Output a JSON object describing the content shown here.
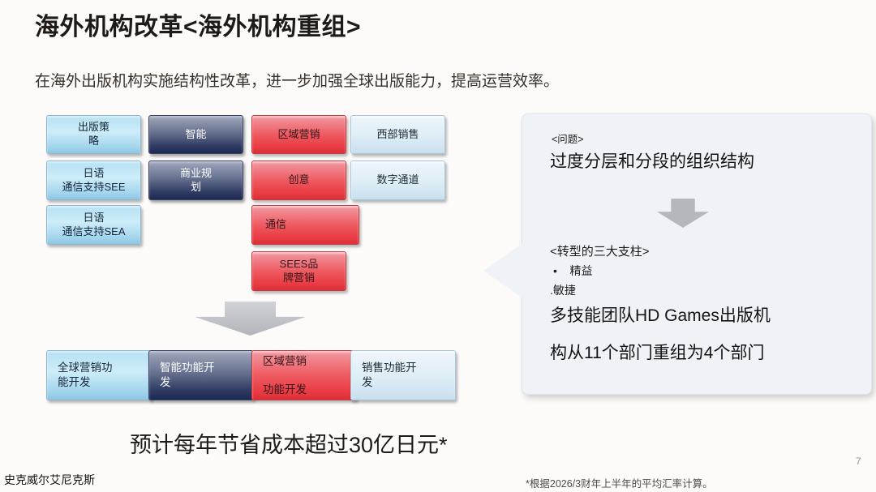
{
  "slide": {
    "title": "海外机构改革<海外机构重组>",
    "subtitle": "在海外出版机构实施结构性改革，进一步加强全球出版能力，提高运营效率。",
    "savings_statement": "预计每年节省成本超过30亿日元*",
    "footer_company": "史克威尔艾尼克斯",
    "footnote": "*根据2026/3财年上半年的平均汇率计算。",
    "page_number": "7"
  },
  "org": {
    "before": [
      {
        "label": "出版策\n略",
        "color": "blue"
      },
      {
        "label": "智能",
        "color": "navy"
      },
      {
        "label": "区域营销",
        "color": "red"
      },
      {
        "label": "西部销售",
        "color": "pale"
      },
      {
        "label": "日语\n通信支持SEE",
        "color": "blue"
      },
      {
        "label": "商业规\n划",
        "color": "navy"
      },
      {
        "label": "创意",
        "color": "red"
      },
      {
        "label": "数字通道",
        "color": "pale"
      },
      {
        "label": "日语\n通信支持SEA",
        "color": "blue"
      },
      {
        "label": "通信",
        "color": "red"
      },
      {
        "label": "SEES品\n牌营销",
        "color": "red"
      }
    ],
    "after": [
      {
        "label": "全球营销功\n能开发",
        "color": "blue"
      },
      {
        "label": "智能功能开\n发",
        "color": "navy"
      },
      {
        "label": "区域营销\n\n功能开发",
        "color": "red"
      },
      {
        "label": "销售功能开\n发",
        "color": "pale"
      }
    ]
  },
  "callout": {
    "problem_tag": "<问题>",
    "problem_text": "过度分层和分段的组织结构",
    "pillars_tag": "<转型的三大支柱>",
    "pillar_lean": "•    精益",
    "pillar_agile": ".敏捷",
    "conclusion_line1": "多技能团队HD Games出版机",
    "conclusion_line2": "构从11个部门重组为4个部门"
  },
  "colors": {
    "box_blue": "#a6d7ee",
    "box_navy": "#1c2950",
    "box_red": "#e93a42",
    "box_pale": "#dcecf5",
    "arrow_gray": "#b2b5ba",
    "callout_bg": "#eff3f8"
  }
}
